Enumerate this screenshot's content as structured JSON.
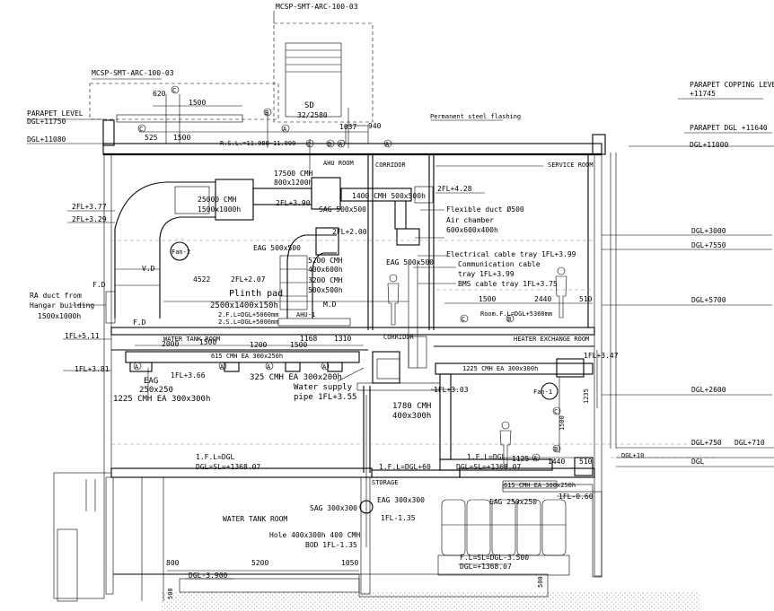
{
  "labels": {
    "ref_top": "MCSP-SMT-ARC-100-03",
    "ref_left": "MCSP-SMT-ARC-100-03",
    "parapet_level": "PARAPET LEVEL",
    "dgl_11750": "DGL+11750",
    "dgl_11080": "DGL+11080",
    "parapet_copping": "PARAPET COPPING LEVEL ▲",
    "plus_11745": "+11745",
    "parapet_dgl": "PARAPET DGL +11640",
    "dgl_11000": "DGL+11000",
    "dgl_3000": "DGL+3000",
    "dgl_7550": "DGL+7550",
    "dgl_5700": "DGL+5700",
    "dgl_2600": "DGL+2600",
    "dgl_750": "DGL+750",
    "dgl_710": "DGL+710",
    "dgl_10": "DGL+10",
    "dgl": "DGL",
    "dim_620": "620",
    "dim_1500_top": "1500",
    "dim_525": "525",
    "dim_1500_b": "1500",
    "sd": "SD",
    "sd_size": "32/2580",
    "dim_1037": "1037",
    "dim_940": "940",
    "rsl": "R.S.L.=11.080~11.000",
    "permanent_flashing": "Permanent steel flashing",
    "ahu_room": "AHU ROOM",
    "corridor_top": "CORRIDOR",
    "service_room": "SERVICE ROOM",
    "duct_17500": "17500 CMH",
    "duct_17500_size": "800x1200h",
    "duct_25000": "25000 CMH",
    "duct_25000_size": "1500x1000h",
    "duct_1400": "1400 CMH 500x500h",
    "sag_500": "SAG 500x500",
    "fl_428": "2FL+4.28",
    "flexible_duct": "Flexible duct Ø500",
    "air_chamber": "Air chamber",
    "air_chamber_size": "600x600x400h",
    "eag_500_r": "EAG 500x500",
    "fl_377": "2FL+3.77",
    "fl_329": "2FL+3.29",
    "fl_390": "2FL+3.90",
    "fl_200": "2FL+2.00",
    "fan2": "Fan-2",
    "eag_500_c": "EAG 500x500",
    "duct_5200": "5200 CMH",
    "duct_5200_size": "400x600h",
    "duct_3200": "3200 CMH",
    "duct_3200_size": "500x500h",
    "vd": "V.D",
    "dim_4522": "4522",
    "fl_207": "2FL+2.07",
    "plinth_pad": "Plinth pad",
    "plinth_size": "2500x1400x150h",
    "fl_5060": "2.F.L=DGL+5060mm",
    "sl_5000": "2.S.L=DGL+5000mm",
    "ahu1": "AHU-1",
    "md": "M.D",
    "cable_tray": "Electrical cable tray 1FL+3.99",
    "comm_cable": "Communication cable",
    "comm_tray": "tray 1FL+3.99",
    "bms_tray": "BMS cable tray 1FL+3.75",
    "dim_1500_r": "1500",
    "dim_2440": "2440",
    "dim_510": "510",
    "room_fl": "Room.F.L=DGL+5360mm",
    "ra_duct": "RA duct from",
    "ra_duct_2": "Hangar building",
    "ra_duct_size": "1500x1000h",
    "fd_1": "F.D",
    "fd_2": "F.D",
    "fl_511": "1FL+5.11",
    "water_tank_room_1": "WATER TANK ROOM",
    "corridor_mid": "CORRIDOR",
    "heater_room": "HEATER EXCHANGE ROOM",
    "dim_2000": "2000",
    "dim_1500_m": "1500",
    "dim_1200": "1200",
    "dim_1500_m2": "1500",
    "dim_1168": "1168",
    "dim_1310": "1310",
    "small_duct": "615 CMH EA 300x250h",
    "duct_1225_r": "1225 CMH EA 300x300h",
    "fl_381": "1FL+3.81",
    "fl_366": "1FL+3.66",
    "duct_325": "325 CMH EA 300x200h",
    "eag_250": "EAG",
    "eag_250_size": "250x250",
    "duct_1225": "1225 CMH EA 300x300h",
    "water_supply": "Water supply",
    "water_supply_2": "pipe 1FL+3.55",
    "fl_303": "1FL+3.03",
    "fl_347": "1FL+3.47",
    "dim_1235": "1235",
    "fan1": "Fan-1",
    "duct_1780": "1780 CMH",
    "duct_1780_size": "400x300h",
    "dim_1500_v": "1500",
    "fl_dgl_l": "1.F.L=DGL",
    "sl_l": "DGL=SL=+1368.07",
    "fl_60": "1.F.L=DGL+60",
    "fl_dgl_r": "1.F.L=DGL",
    "sl_r": "DGL=SL=+1368.07",
    "dim_1125": "1125",
    "dim_1440": "1440",
    "dim_510_b": "510",
    "small_duct_b": "615 CMH EA 300x250h",
    "eag_250_b": "EAG 250x250",
    "fl_060": "1FL-0.60",
    "storage": "STORAGE",
    "sag_300": "SAG 300x300",
    "eag_300": "EAG 300x300",
    "fl_135": "1FL-1.35",
    "water_tank_room_2": "WATER TANK ROOM",
    "hole": "Hole 400x300h 400 CMH",
    "bod": "BOD 1FL-1.35",
    "dim_800": "800",
    "dim_5200": "5200",
    "dim_1050": "1050",
    "dgl_3900": "DGL-3.900",
    "dim_500_l": "500",
    "fl_b": "F.L=SL=DGL-3.500",
    "sl_b": "DGL=+1368.07",
    "dim_500_r": "500",
    "grid_a": "A",
    "grid_b": "B",
    "grid_c": "C"
  }
}
